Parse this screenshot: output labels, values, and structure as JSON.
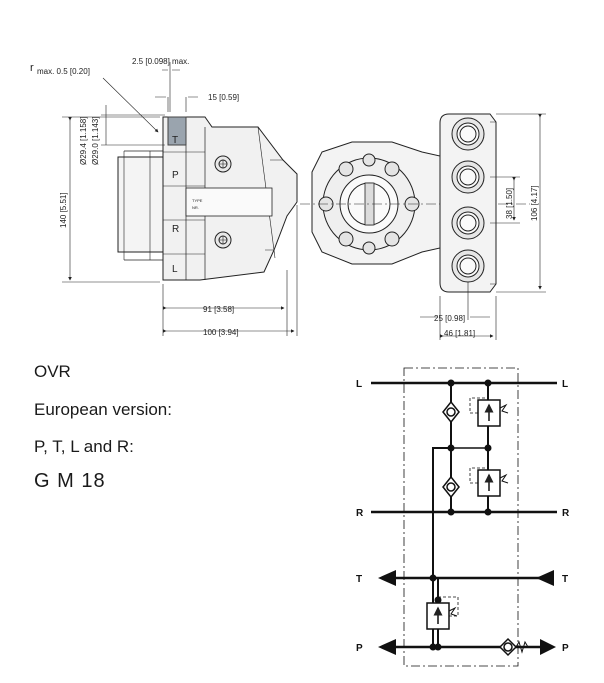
{
  "dimensions": {
    "radius_label": "r",
    "radius_value": "max. 0.5 [0.20]",
    "chamfer": "2.5 [0.098] max.",
    "width_15": "15 [0.59]",
    "dia_294": "Ø29.4 [1.158]",
    "dia_290": "Ø29.0 [1.143]",
    "height_140": "140 [5.51]",
    "length_91": "91 [3.58]",
    "length_100": "100 [3.94]",
    "pitch_38": "38 [1.50]",
    "height_106": "106 [4.17]",
    "offset_25": "25 [0.98]",
    "width_46": "46 [1.81]"
  },
  "housing": {
    "port_letters": [
      "T",
      "P",
      "R",
      "L"
    ],
    "plate_type": "TYPE",
    "plate_no": "NR."
  },
  "schematic": {
    "ports": [
      "L",
      "R",
      "T",
      "P"
    ]
  },
  "notes": {
    "line1": "OVR",
    "line2": "European version:",
    "line3": "P, T, L and R:",
    "line4": "G M 18"
  }
}
